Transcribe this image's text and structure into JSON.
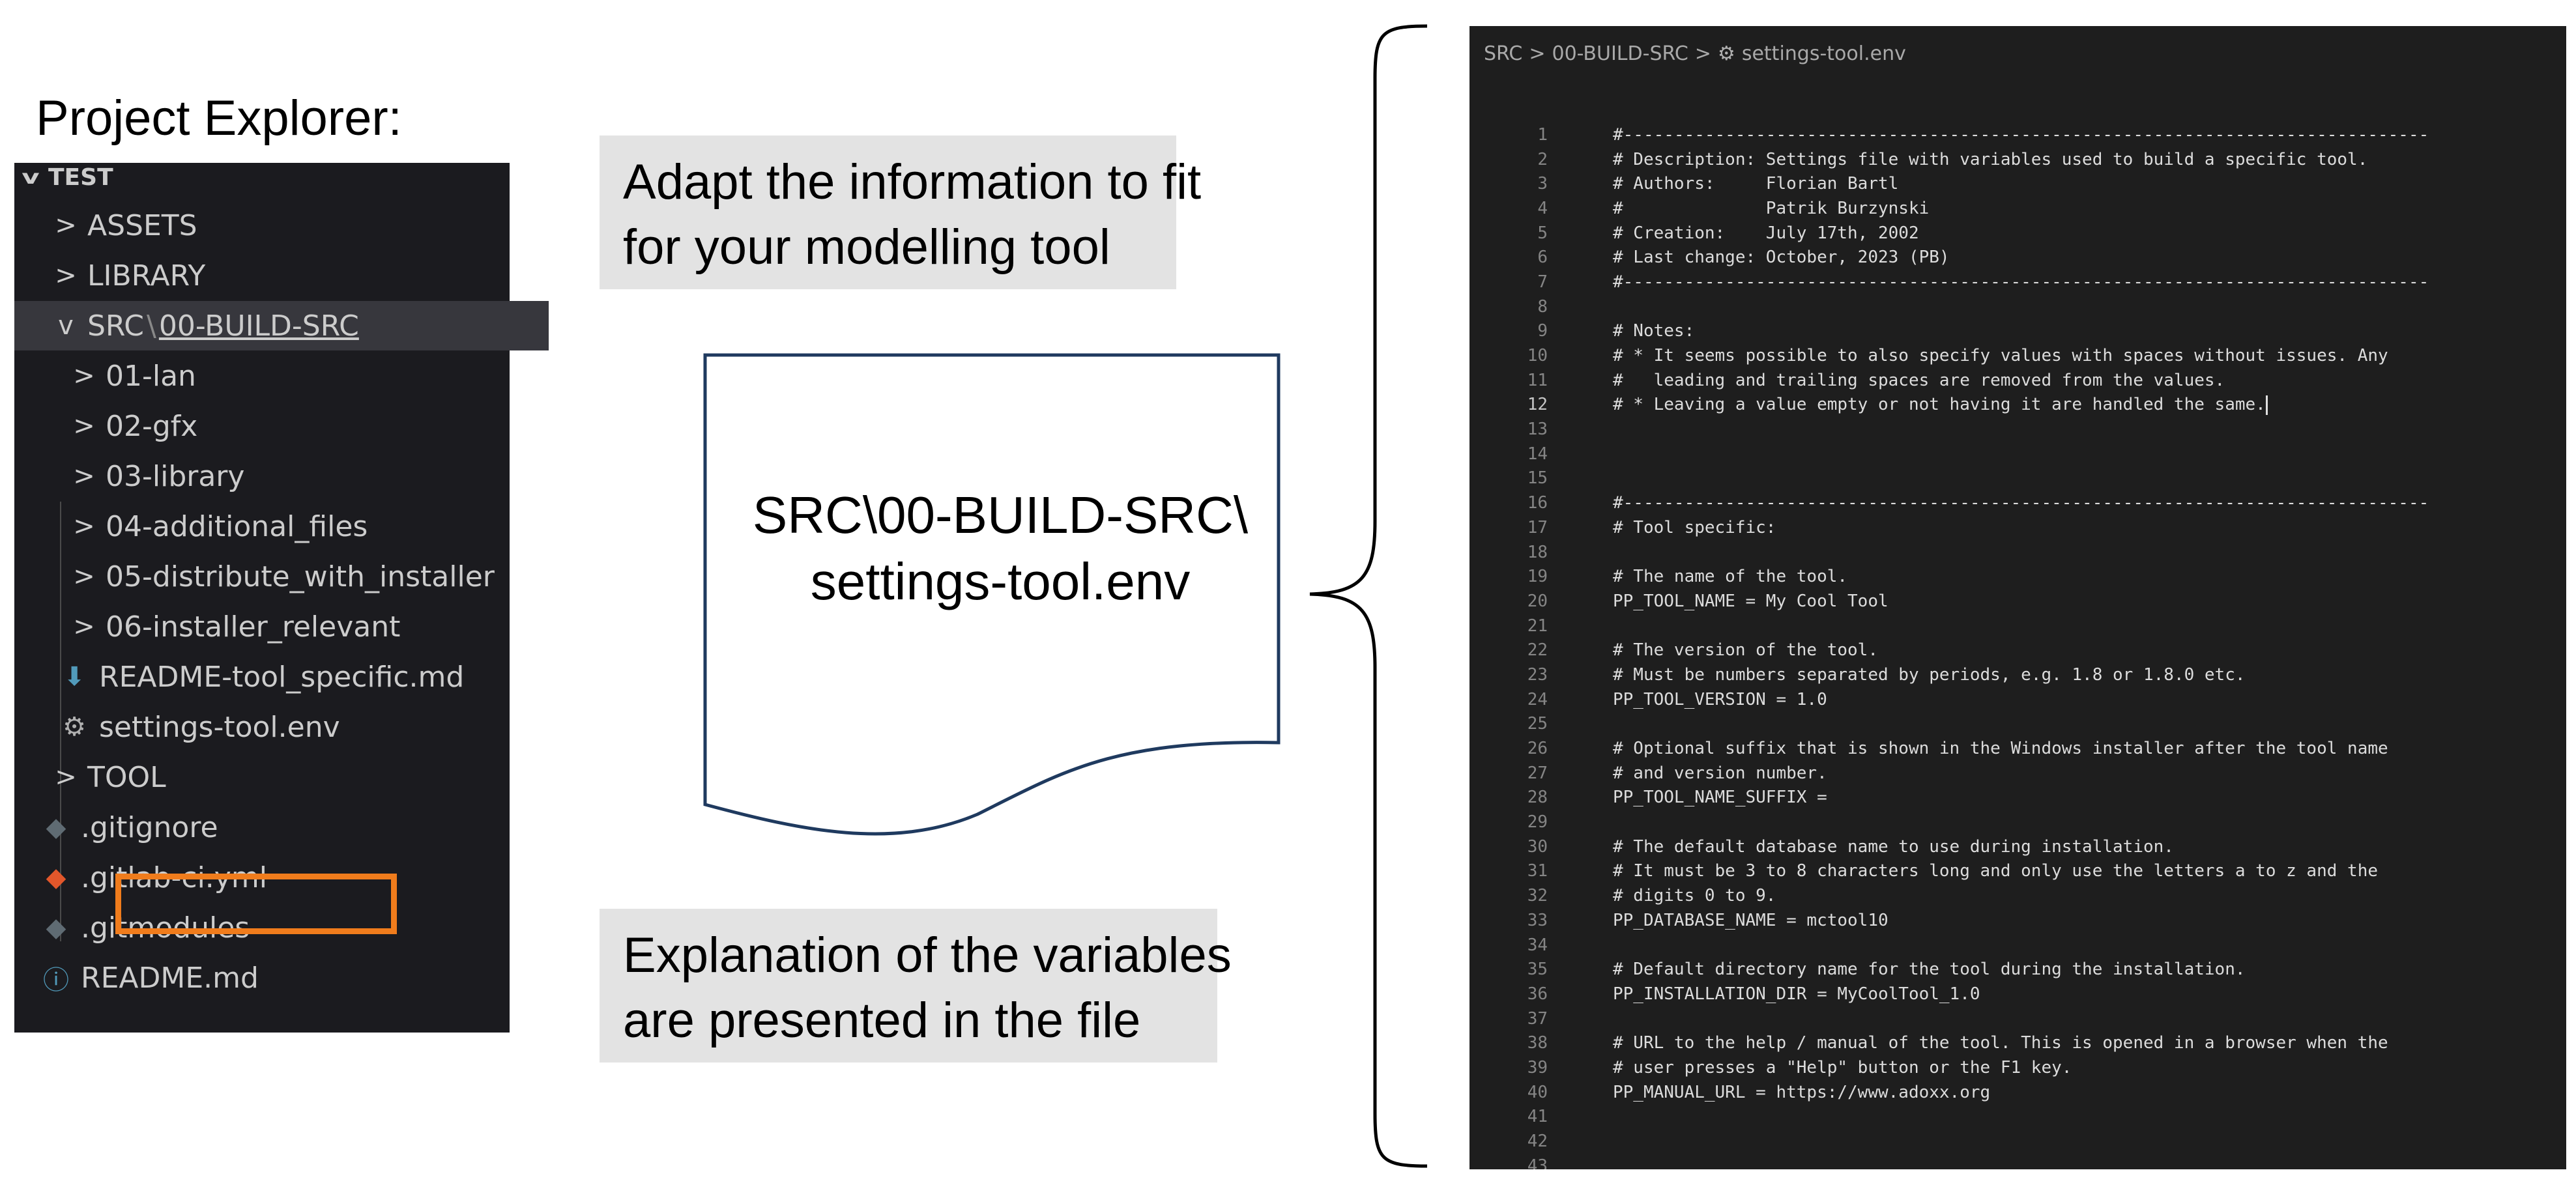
{
  "explorer": {
    "title": "Project Explorer:",
    "items": [
      {
        "label": "TEST",
        "chevron": "v"
      },
      {
        "label": "ASSETS",
        "chevron": ">"
      },
      {
        "label": "LIBRARY",
        "chevron": ">"
      },
      {
        "label": "SRC",
        "sep": "\\",
        "sub": "00-BUILD-SRC",
        "chevron": "v"
      },
      {
        "label": "01-lan",
        "chevron": ">"
      },
      {
        "label": "02-gfx",
        "chevron": ">"
      },
      {
        "label": "03-library",
        "chevron": ">"
      },
      {
        "label": "04-additional_files",
        "chevron": ">"
      },
      {
        "label": "05-distribute_with_installer",
        "chevron": ">"
      },
      {
        "label": "06-installer_relevant",
        "chevron": ">"
      },
      {
        "label": "README-tool_specific.md",
        "icon": "⬇"
      },
      {
        "label": "settings-tool.env",
        "icon": "⚙"
      },
      {
        "label": "TOOL",
        "chevron": ">"
      },
      {
        "label": ".gitignore",
        "icon": "◆"
      },
      {
        "label": ".gitlab-ci.yml",
        "icon": "◆"
      },
      {
        "label": ".gitmodules",
        "icon": "◆"
      },
      {
        "label": "README.md",
        "icon": "ⓘ"
      }
    ]
  },
  "callouts": {
    "top": [
      "Adapt the information to fit",
      "for your modelling tool"
    ],
    "bottom": [
      "Explanation of the variables",
      "are presented in the file"
    ]
  },
  "document": {
    "lines": [
      "SRC\\00-BUILD-SRC\\",
      "settings-tool.env"
    ]
  },
  "editor": {
    "breadcrumb": [
      "SRC",
      "00-BUILD-SRC",
      "settings-tool.env"
    ],
    "breadcrumb_sep": ">",
    "active_line": 12,
    "lines": [
      "#-------------------------------------------------------------------------------",
      "# Description: Settings file with variables used to build a specific tool.",
      "# Authors:     Florian Bartl",
      "#              Patrik Burzynski",
      "# Creation:    July 17th, 2002",
      "# Last change: October, 2023 (PB)",
      "#-------------------------------------------------------------------------------",
      "",
      "# Notes:",
      "# * It seems possible to also specify values with spaces without issues. Any",
      "#   leading and trailing spaces are removed from the values.",
      "# * Leaving a value empty or not having it are handled the same.",
      "",
      "",
      "",
      "#-------------------------------------------------------------------------------",
      "# Tool specific:",
      "",
      "# The name of the tool.",
      "PP_TOOL_NAME = My Cool Tool",
      "",
      "# The version of the tool.",
      "# Must be numbers separated by periods, e.g. 1.8 or 1.8.0 etc.",
      "PP_TOOL_VERSION = 1.0",
      "",
      "# Optional suffix that is shown in the Windows installer after the tool name",
      "# and version number.",
      "PP_TOOL_NAME_SUFFIX =",
      "",
      "# The default database name to use during installation.",
      "# It must be 3 to 8 characters long and only use the letters a to z and the",
      "# digits 0 to 9.",
      "PP_DATABASE_NAME = mctool10",
      "",
      "# Default directory name for the tool during the installation.",
      "PP_INSTALLATION_DIR = MyCoolTool_1.0",
      "",
      "# URL to the help / manual of the tool. This is opened in a browser when the",
      "# user presses a \"Help\" button or the F1 key.",
      "PP_MANUAL_URL = https://www.adoxx.org",
      "",
      "",
      ""
    ]
  },
  "colors": {
    "highlight_box": "#f07c1c",
    "editor_bg": "#1e1e1e",
    "explorer_bg": "#1b1b1f"
  }
}
